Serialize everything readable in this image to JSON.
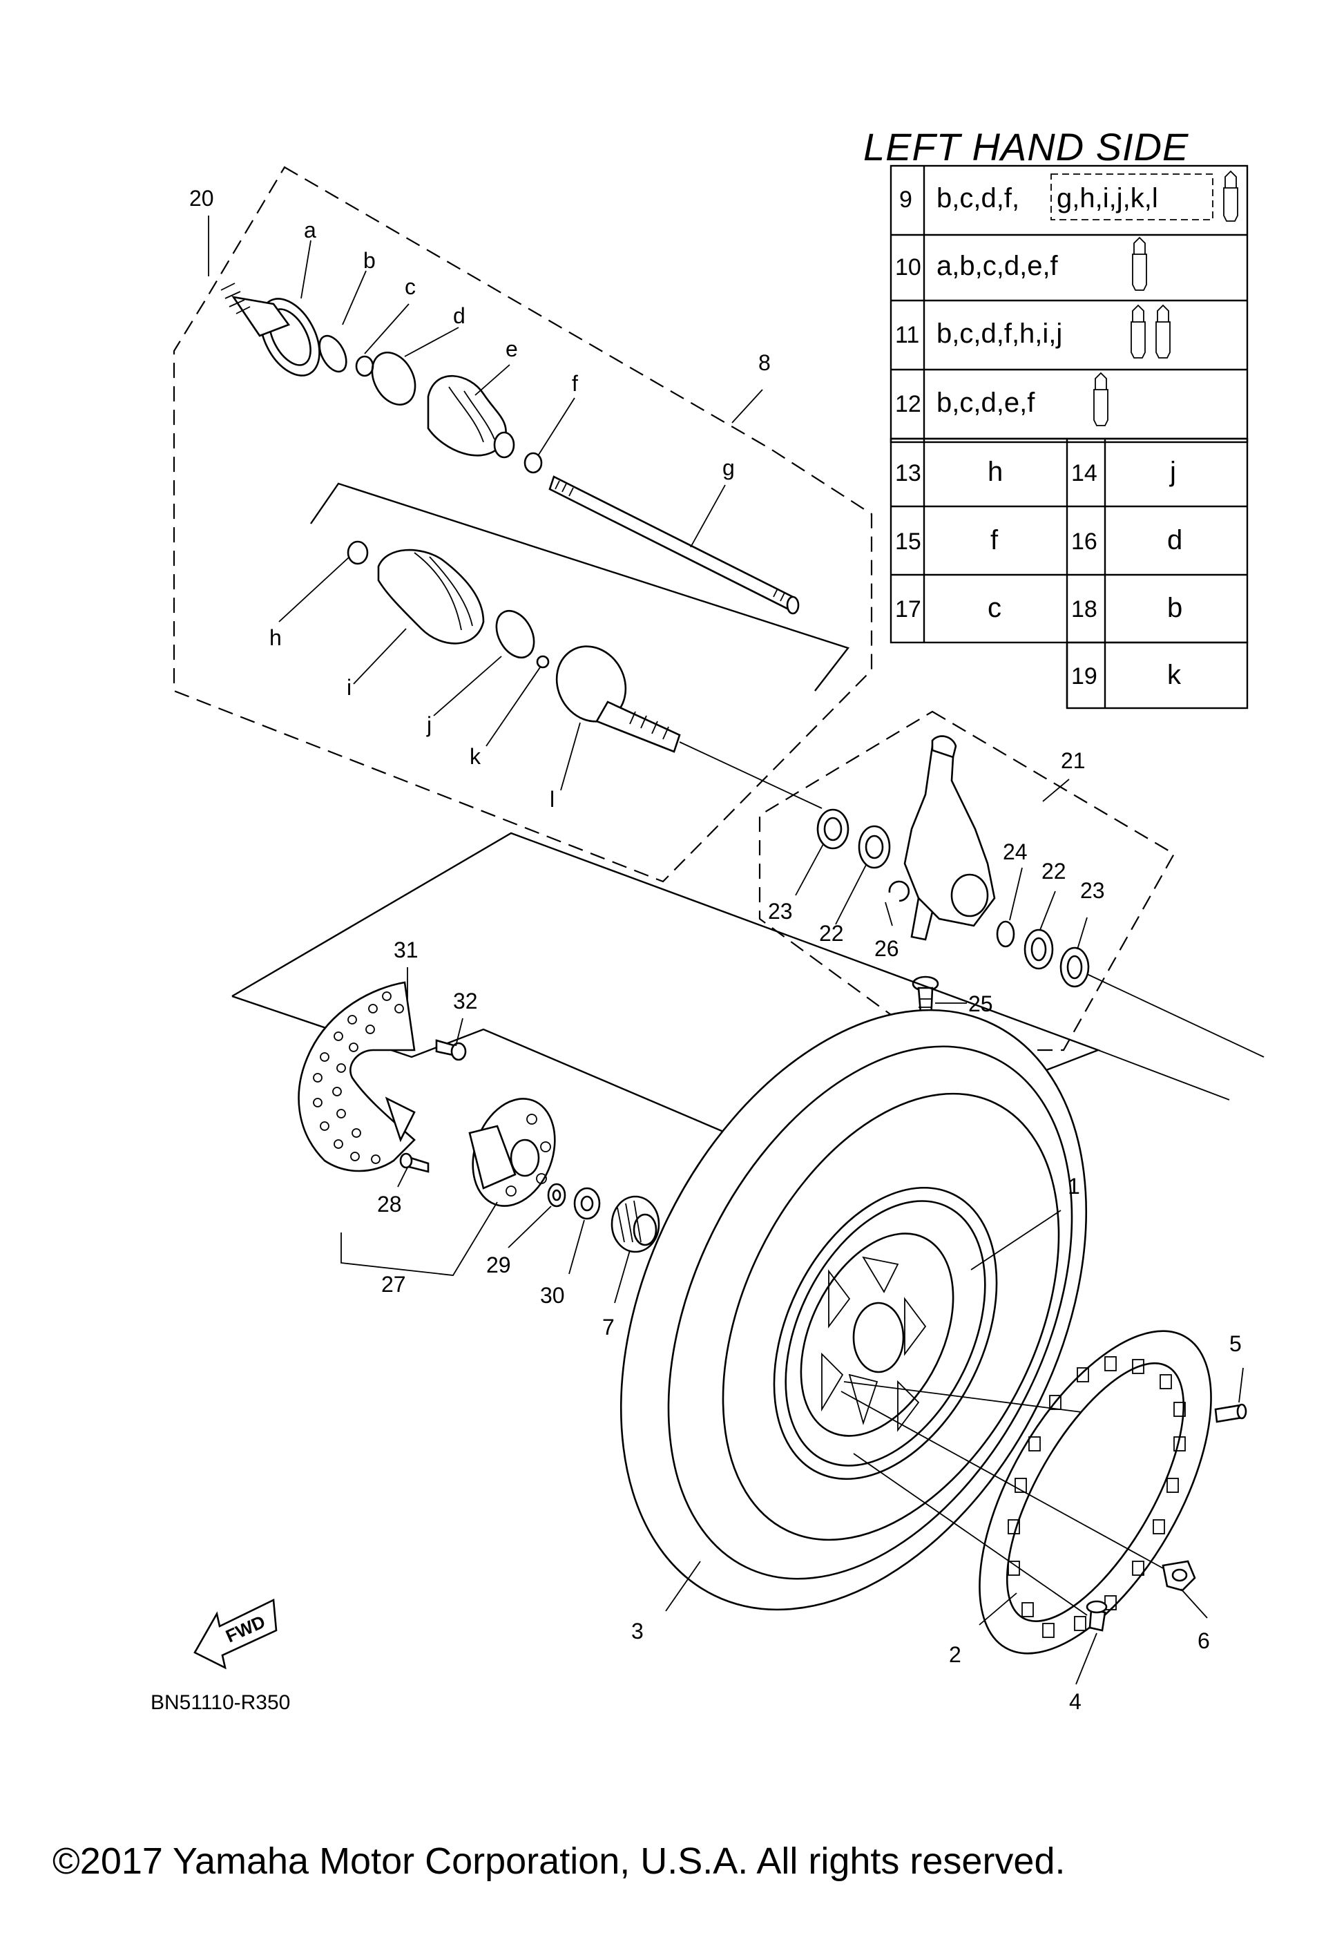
{
  "title": "LEFT HAND SIDE",
  "diagram_code": "BN51110-R350",
  "copyright": "©2017 Yamaha Motor Corporation, U.S.A. All rights reserved.",
  "fwd_label": "FWD",
  "kit_table": {
    "rows": [
      {
        "num": "9",
        "parts": "b,c,d,f,",
        "boxed": "g,h,i,j,k,l"
      },
      {
        "num": "10",
        "parts": "a,b,c,d,e,f"
      },
      {
        "num": "11",
        "parts": "b,c,d,f,h,i,j"
      },
      {
        "num": "12",
        "parts": "b,c,d,e,f"
      }
    ],
    "pairs": [
      {
        "num_a": "13",
        "val_a": "h",
        "num_b": "14",
        "val_b": "j"
      },
      {
        "num_a": "15",
        "val_a": "f",
        "num_b": "16",
        "val_b": "d"
      },
      {
        "num_a": "17",
        "val_a": "c",
        "num_b": "18",
        "val_b": "b"
      }
    ],
    "last": {
      "num": "19",
      "val": "k"
    }
  },
  "callouts": {
    "n1": "1",
    "n2": "2",
    "n3": "3",
    "n4": "4",
    "n5": "5",
    "n6": "6",
    "n7": "7",
    "n8": "8",
    "n20": "20",
    "n21": "21",
    "n22a": "22",
    "n22b": "22",
    "n23a": "23",
    "n23b": "23",
    "n24": "24",
    "n25": "25",
    "n26": "26",
    "n27": "27",
    "n28": "28",
    "n29": "29",
    "n30": "30",
    "n31": "31",
    "n32": "32",
    "a": "a",
    "b": "b",
    "c": "c",
    "d": "d",
    "e": "e",
    "f": "f",
    "g": "g",
    "h": "h",
    "i": "i",
    "j": "j",
    "k": "k",
    "l": "l"
  }
}
